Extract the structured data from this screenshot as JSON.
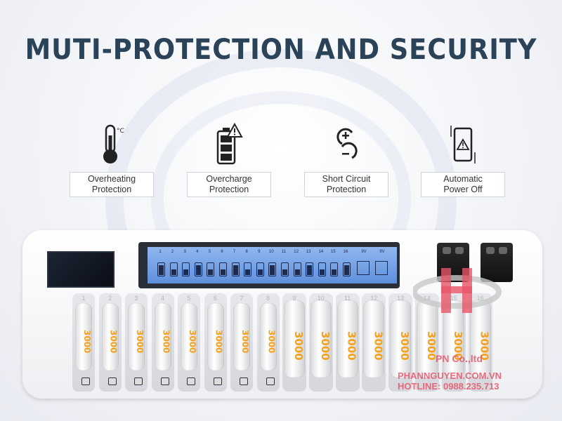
{
  "title": "MUTI-PROTECTION AND SECURITY",
  "features": [
    {
      "line1": "Overheating",
      "line2": "Protection",
      "icon": "thermometer-icon",
      "unit": "°C"
    },
    {
      "line1": "Overcharge",
      "line2": "Protection",
      "icon": "battery-warning-icon"
    },
    {
      "line1": "Short Circuit",
      "line2": "Protection",
      "icon": "plus-minus-icon"
    },
    {
      "line1": "Automatic",
      "line2": "Power Off",
      "icon": "warning-battery-icon"
    }
  ],
  "lcd": {
    "slots": [
      "1",
      "2",
      "3",
      "4",
      "5",
      "6",
      "7",
      "8",
      "9",
      "10",
      "11",
      "12",
      "13",
      "14",
      "15",
      "16"
    ],
    "nine_volt": [
      "9V",
      "9V"
    ]
  },
  "bays": [
    "1",
    "2",
    "3",
    "4",
    "5",
    "6",
    "7",
    "8",
    "9",
    "10",
    "11",
    "12",
    "13",
    "14",
    "15",
    "16"
  ],
  "battery_brand": "3000",
  "watermark": {
    "logo": "PN Co.,ltd",
    "site": "PHANNGUYEN.COM.VN",
    "hotline": "HOTLINE: 0988.235.713"
  },
  "colors": {
    "title": "#2b4358",
    "lcd": "#7fa7ea",
    "brand": "#f3a21a",
    "watermark": "#e85468"
  }
}
